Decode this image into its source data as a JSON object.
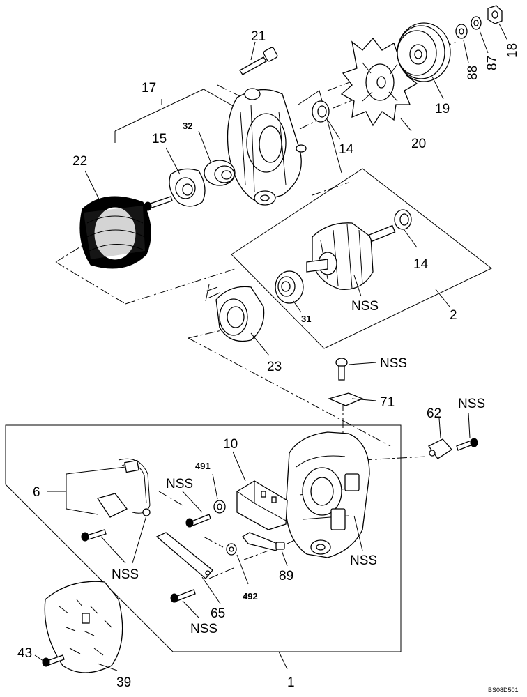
{
  "labels": {
    "l21": "21",
    "l17": "17",
    "l32": "32",
    "l15": "15",
    "l22": "22",
    "l14a": "14",
    "l14b": "14",
    "l20": "20",
    "l19": "19",
    "l88": "88",
    "l87": "87",
    "l18": "18",
    "l2": "2",
    "l31": "31",
    "lNSS_rotor": "NSS",
    "l23": "23",
    "lNSS_bolt": "NSS",
    "l71": "71",
    "l62": "62",
    "lNSS_62": "NSS",
    "l10": "10",
    "l491": "491",
    "lNSS_491": "NSS",
    "l6": "6",
    "lNSS_6": "NSS",
    "lNSS_frame": "NSS",
    "l89": "89",
    "l492": "492",
    "l65": "65",
    "lNSS_65": "NSS",
    "l43": "43",
    "l39": "39",
    "l1": "1"
  },
  "reference": "BS08D501"
}
